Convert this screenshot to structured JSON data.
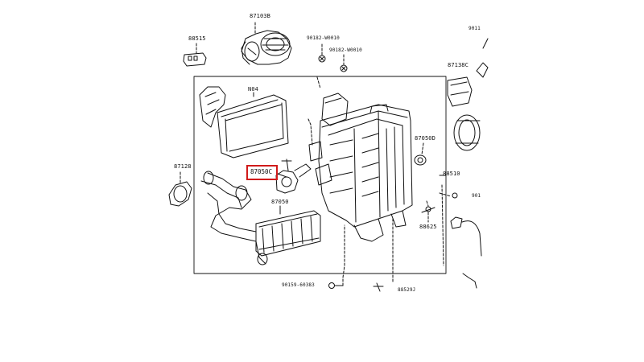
{
  "diagram": {
    "part_labels": {
      "p87103B": "87103B",
      "p88515": "88515",
      "p90182a": "90182-W0010",
      "p90182b": "90182-W0010",
      "p9011": "9011",
      "p87138C": "87138C",
      "pN04": "N04",
      "p87050D": "87050D",
      "p87128": "87128",
      "p87050C": "87050C",
      "p88510": "88510",
      "p9012": "901",
      "p87050": "87050",
      "p88625": "88625",
      "p90159": "90159-60383",
      "p88529": "88529J"
    },
    "highlighted_part": "87050C",
    "colors": {
      "line": "#111111",
      "highlight": "#d01a1a",
      "background": "#ffffff"
    }
  }
}
